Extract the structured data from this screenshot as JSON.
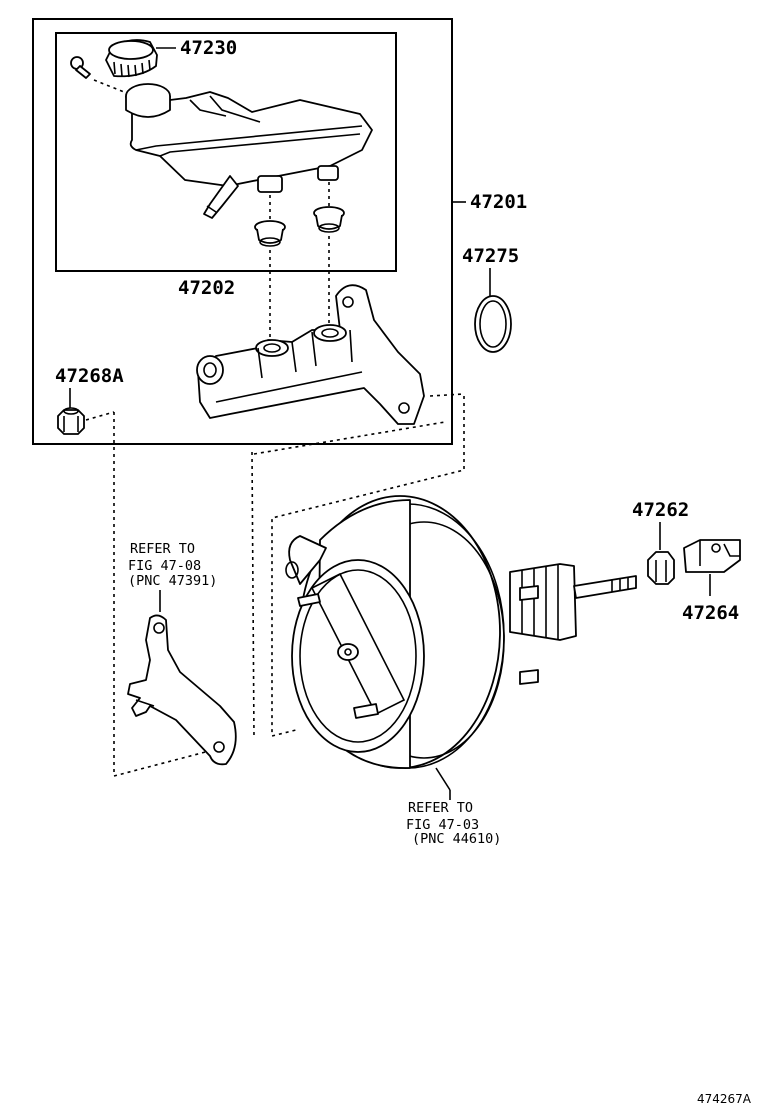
{
  "parts": {
    "p47230": "47230",
    "p47201": "47201",
    "p47202": "47202",
    "p47275": "47275",
    "p47268a": "47268A",
    "p47262": "47262",
    "p47264": "47264"
  },
  "refs": {
    "bracket": {
      "line1": "REFER TO",
      "line2": "FIG 47-08",
      "line3": "(PNC 47391)"
    },
    "booster": {
      "line1": "REFER TO",
      "line2": "FIG 47-03",
      "line3": "(PNC 44610)"
    }
  },
  "diagram_code": "474267A"
}
